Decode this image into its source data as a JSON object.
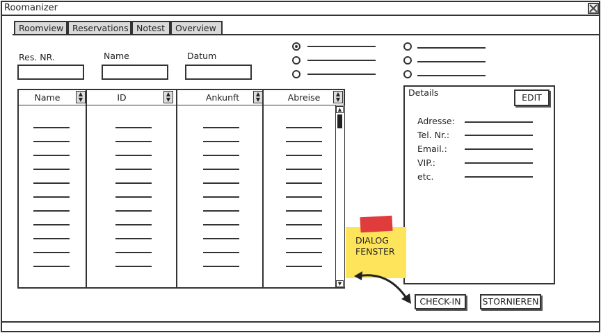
{
  "window": {
    "title": "Roomanizer"
  },
  "tabs": [
    {
      "label": "Roomview"
    },
    {
      "label": "Reservations"
    },
    {
      "label": "Notest"
    },
    {
      "label": "Overview"
    }
  ],
  "form": {
    "res_nr_label": "Res. NR.",
    "name_label": "Name",
    "datum_label": "Datum"
  },
  "radios": {
    "selected_index": 0
  },
  "table": {
    "columns": [
      "Name",
      "ID",
      "Ankunft",
      "Abreise"
    ]
  },
  "details": {
    "title": "Details",
    "edit_label": "EDIT",
    "fields": [
      "Adresse:",
      "Tel. Nr.:",
      "Email.:",
      "VIP.:",
      "etc."
    ]
  },
  "note": {
    "line1": "DIALOG",
    "line2": "FENSTER"
  },
  "actions": {
    "checkin_label": "CHECK-IN",
    "cancel_label": "STORNIEREN"
  }
}
